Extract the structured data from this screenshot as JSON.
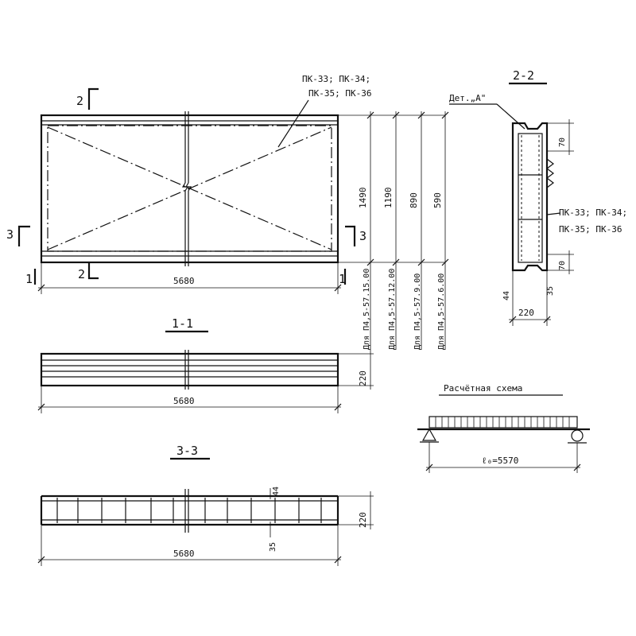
{
  "plan_view": {
    "section_mark_2": "2",
    "section_mark_3": "3",
    "section_mark_1": "1",
    "callout_line1": "ПК-33; ПК-34;",
    "callout_line2": "ПК-35; ПК-36",
    "length_dim": "5680",
    "dim_1490": "1490",
    "dim_1190": "1190",
    "dim_890": "890",
    "dim_590": "590",
    "for_1": "Для П4,5-57.15.00",
    "for_2": "Для П4,5-57.12.00",
    "for_3": "Для П4,5-57.9.00",
    "for_4": "Для П4,5-57.6.00"
  },
  "section_1_1": {
    "title": "1-1",
    "length_dim": "5680",
    "height_dim": "220"
  },
  "section_3_3": {
    "title": "3-3",
    "length_dim": "5680",
    "height_dim": "220",
    "dim_44": "44",
    "dim_35": "35"
  },
  "section_2_2": {
    "title": "2-2",
    "detail_label": "Дет.„А\"",
    "dim_top": "70",
    "dim_bottom": "70",
    "dim_44": "44",
    "dim_35": "35",
    "width_dim": "220",
    "callout_line1": "ПК-33; ПК-34;",
    "callout_line2": "ПК-35; ПК-36"
  },
  "design_scheme": {
    "title": "Расчётная схема",
    "span_label": "ℓ₀=5570"
  }
}
